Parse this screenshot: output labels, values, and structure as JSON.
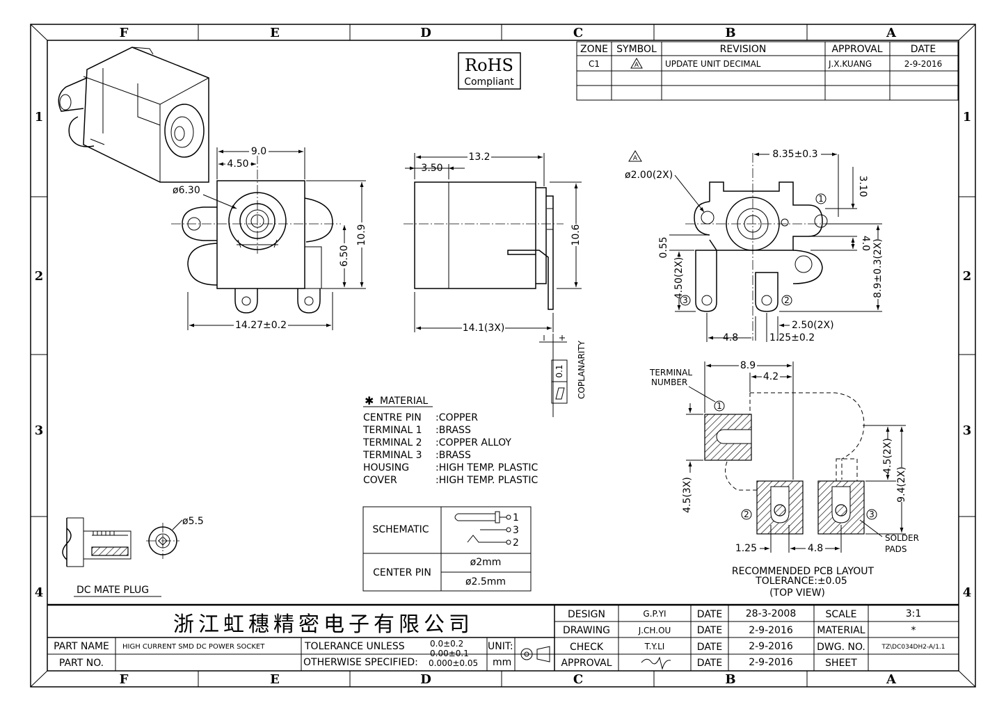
{
  "border": {
    "columns": [
      "F",
      "E",
      "D",
      "C",
      "B",
      "A"
    ],
    "rows": [
      "1",
      "2",
      "3",
      "4"
    ]
  },
  "revision_table": {
    "headers": [
      "ZONE",
      "SYMBOL",
      "REVISION",
      "APPROVAL",
      "DATE"
    ],
    "rows": [
      {
        "zone": "C1",
        "symbol": "A",
        "revision": "UPDATE UNIT DECIMAL",
        "approval": "J.X.KUANG",
        "date": "2-9-2016"
      }
    ]
  },
  "rohs": {
    "title": "RoHS",
    "subtitle": "Compliant"
  },
  "front_view": {
    "dims": {
      "width": "9.0",
      "half": "4.50",
      "bore": "ø6.30",
      "height": "10.9",
      "center": "6.50",
      "overall": "14.27±0.2"
    }
  },
  "side_view": {
    "dims": {
      "length": "13.2",
      "cap": "3.50",
      "height": "10.6",
      "pins": "14.1(3X)",
      "coplanarity": "COPLANARITY",
      "coplanarity_value": "0.1"
    }
  },
  "bottom_view": {
    "dims": {
      "rev_mark": "A",
      "holes": "ø2.00(2X)",
      "span": "8.35±0.3",
      "offset": "3.10",
      "d055": "0.55",
      "d450": "4.50(2X)",
      "d40": "4.0",
      "d89": "8.9±0.3(2X)",
      "d48": "4.8",
      "d250": "2.50(2X)",
      "d125": "1.25±0.2"
    },
    "terminals": [
      "1",
      "2",
      "3"
    ]
  },
  "material": {
    "title": "MATERIAL",
    "items": [
      {
        "part": "CENTRE PIN",
        "value": ":COPPER"
      },
      {
        "part": "TERMINAL 1",
        "value": ":BRASS"
      },
      {
        "part": "TERMINAL 2",
        "value": ":COPPER ALLOY"
      },
      {
        "part": "TERMINAL 3",
        "value": ":BRASS"
      },
      {
        "part": "HOUSING",
        "value": ":HIGH TEMP. PLASTIC"
      },
      {
        "part": "COVER",
        "value": ":HIGH TEMP. PLASTIC"
      }
    ]
  },
  "schematic_table": {
    "schematic_label": "SCHEMATIC",
    "center_pin_label": "CENTER PIN",
    "pins": [
      "1",
      "3",
      "2"
    ],
    "center_pin_values": [
      "ø2mm",
      "ø2.5mm"
    ]
  },
  "plug": {
    "label": "DC MATE PLUG",
    "dia": "ø5.5"
  },
  "pcb_layout": {
    "terminal_number_label": [
      "TERMINAL",
      "NUMBER"
    ],
    "dims": {
      "d89": "8.9",
      "d42": "4.2",
      "d45_2x": "4.5(2X)",
      "d94_2x": "9.4(2X)",
      "d45_3x": "4.5(3X)",
      "d125": "1.25",
      "d48": "4.8"
    },
    "solder_pads_label": [
      "SOLDER",
      "PADS"
    ],
    "caption": [
      "RECOMMENDED PCB LAYOUT",
      "TOLERANCE:±0.05",
      "(TOP VIEW)"
    ]
  },
  "title_block": {
    "company": "浙江虹穗精密电子有限公司",
    "part_name_label": "PART NAME",
    "part_name": "HIGH CURRENT SMD DC POWER SOCKET",
    "part_no_label": "PART NO.",
    "part_no": "",
    "tolerance_label_1": "TOLERANCE UNLESS",
    "tolerance_label_2": "OTHERWISE SPECIFIED:",
    "tolerances": [
      "0.0±0.2",
      "0.00±0.1",
      "0.000±0.05"
    ],
    "unit_label": "UNIT:",
    "unit": "mm",
    "design_label": "DESIGN",
    "design": "G.P.YI",
    "design_date": "28-3-2008",
    "drawing_label": "DRAWING",
    "drawing": "J.CH.OU",
    "drawing_date": "2-9-2016",
    "check_label": "CHECK",
    "check": "T.Y.LI",
    "check_date": "2-9-2016",
    "approval_label": "APPROVAL",
    "approval_date": "2-9-2016",
    "date_label": "DATE",
    "scale_label": "SCALE",
    "scale": "3:1",
    "material_label": "MATERIAL",
    "material": "*",
    "dwg_label": "DWG. NO.",
    "dwg": "TZ\\DC034DH2-A/1.1",
    "sheet_label": "SHEET",
    "sheet": ""
  }
}
